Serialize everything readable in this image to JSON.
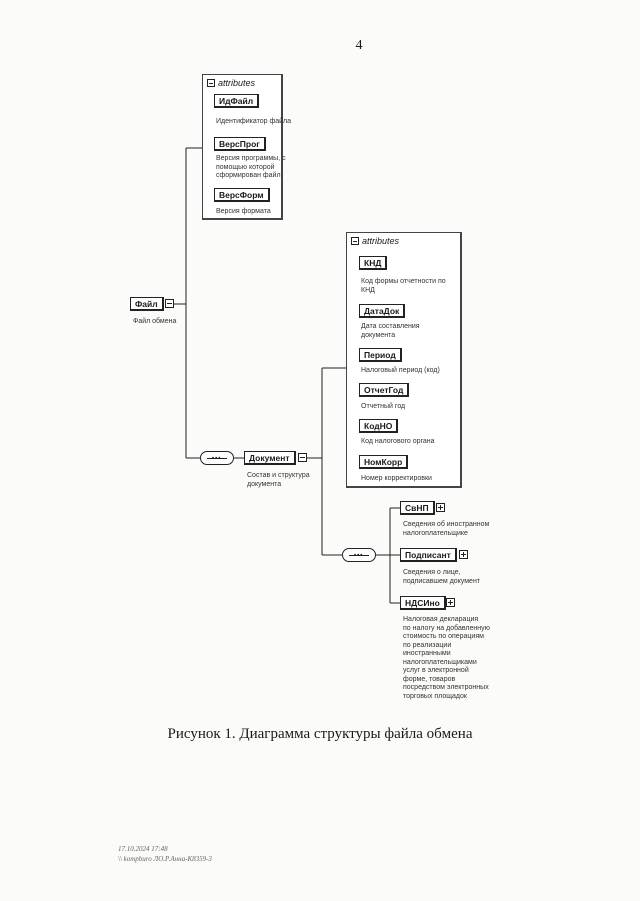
{
  "page_number": "4",
  "attributes_label": "attributes",
  "root": {
    "name": "Файл",
    "desc": "Файл обмена"
  },
  "file_attributes": [
    {
      "name": "ИдФайл",
      "desc": [
        "Идентификатор файла"
      ]
    },
    {
      "name": "ВерсПрог",
      "desc": [
        "Версия программы, с",
        "помощью которой",
        "сформирован файл"
      ]
    },
    {
      "name": "ВерсФорм",
      "desc": [
        "Версия формата"
      ]
    }
  ],
  "document": {
    "name": "Документ",
    "desc": [
      "Состав и структура",
      "документа"
    ]
  },
  "document_attributes": [
    {
      "name": "КНД",
      "desc": [
        "Код формы отчетности по",
        "КНД"
      ]
    },
    {
      "name": "ДатаДок",
      "desc": [
        "Дата составления",
        "документа"
      ]
    },
    {
      "name": "Период",
      "desc": [
        "Налоговый период (код)"
      ]
    },
    {
      "name": "ОтчетГод",
      "desc": [
        "Отчетный год"
      ]
    },
    {
      "name": "КодНО",
      "desc": [
        "Код налогового органа"
      ]
    },
    {
      "name": "НомКорр",
      "desc": [
        "Номер корректировки"
      ]
    }
  ],
  "document_children": [
    {
      "name": "СвНП",
      "desc": [
        "Сведения об иностранном",
        "налогоплательщике"
      ]
    },
    {
      "name": "Подписант",
      "desc": [
        "Сведения о лице,",
        "подписавшем документ"
      ]
    },
    {
      "name": "НДСИно",
      "desc": [
        "Налоговая декларация",
        "по налогу на добавленную",
        "стоимость по операциям",
        "по реализации",
        "иностранными",
        "налогоплательщиками",
        "услуг в электронной",
        "форме, товаров",
        "посредством электронных",
        "торговых площадок"
      ]
    }
  ],
  "caption": "Рисунок 1. Диаграмма структуры файла обмена",
  "footer": {
    "line1": "17.10.2024 17:48",
    "line2": "\\\\ kompburo ЛО.Р.Анна-К8359-3"
  }
}
